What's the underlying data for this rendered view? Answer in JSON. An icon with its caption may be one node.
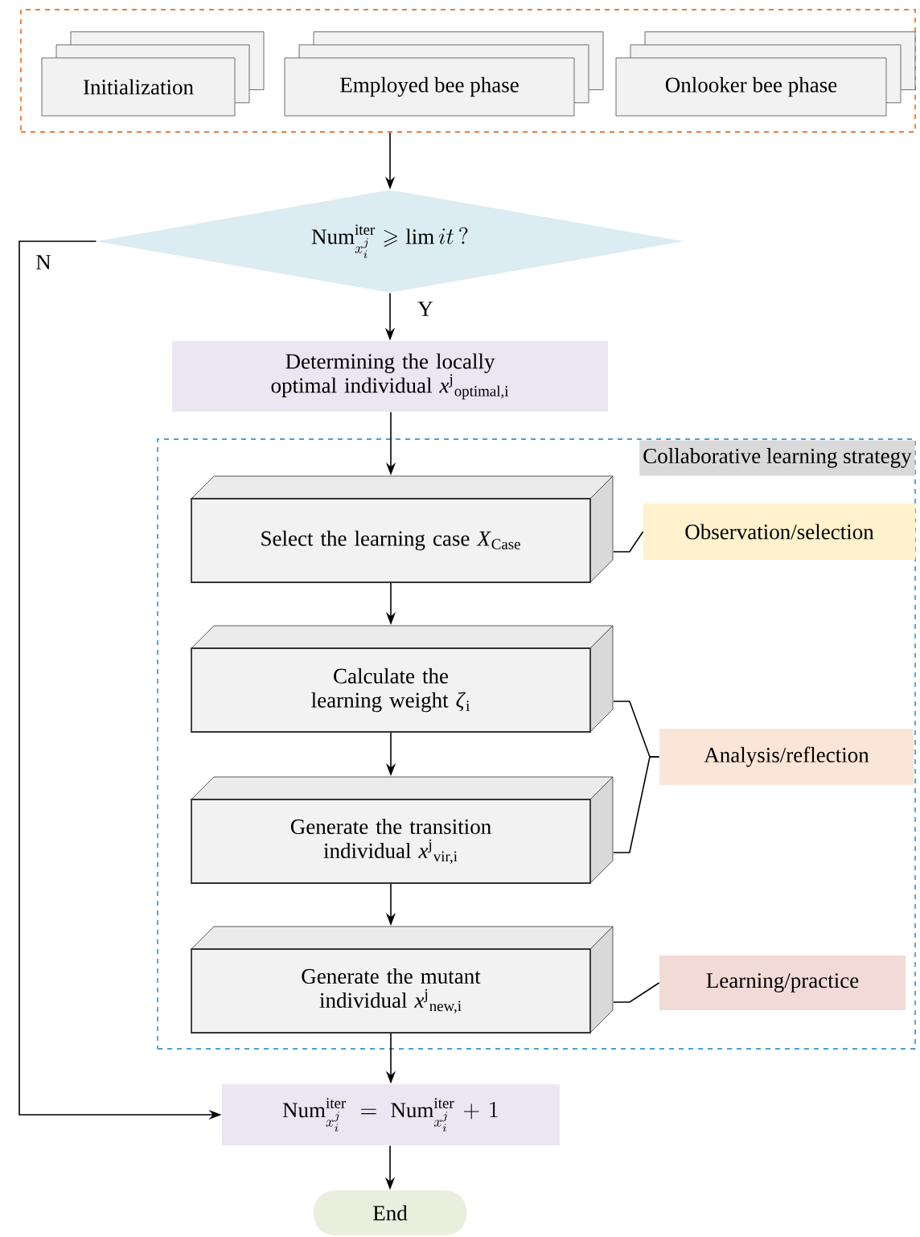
{
  "diagram": {
    "nodes": [
      {
        "text": [],
        "shape": "box"
      },
      {
        "text": [
          "Initialization"
        ],
        "in": 0
      },
      {
        "text": [
          "Employed bee phase"
        ],
        "in": 0
      },
      {
        "text": [
          "Onlooker bee phase"
        ],
        "in": 0
      },
      {
        "text": [
          "\\mathrm{Num}^{\\mathrm{iter}}_{x_i^j} \\geqslant \\mathrm{lim}\\, it\\,?"
        ]
      },
      {
        "text": [
          "Determining the locally optimal individual *x*$^{j}$$_{optimal,i}$"
        ]
      },
      {
        "text": [
          "Collaborative learning strategy"
        ]
      },
      {
        "text": [
          "Select the learning case *X*$_{Case}$"
        ],
        "in": 6
      },
      {
        "text": [
          "Calculate the learning weight *ζ*$_{i}$"
        ],
        "in": 6
      },
      {
        "text": [
          "Generate the transition individual *x*$^{j}$$_{vir,i}$"
        ],
        "in": 6
      },
      {
        "text": [
          "Generate the mutant individual *x*$^{j}$$_{new,i}$"
        ],
        "in": 6
      },
      {
        "text": [
          "Observation/selection"
        ],
        "in": 6
      },
      {
        "text": [
          "Analysis/reflection"
        ],
        "in": 6
      },
      {
        "text": [
          "Learning/practice"
        ],
        "in": 6
      },
      {
        "text": [
          "\\mathrm{Num}^{\\mathrm{iter}}_{x_i^j} = \\mathrm{Num}^{\\mathrm{iter}}_{x_i^j} + 1"
        ]
      },
      {
        "text": [
          "End"
        ]
      }
    ],
    "edges": [
      {
        "from": 0,
        "to": 4,
        "arrow": "to"
      },
      {
        "from": 4,
        "to": 5,
        "arrow": "to",
        "label": "Y"
      },
      {
        "from": 5,
        "to": 7,
        "arrow": "to"
      },
      {
        "from": 7,
        "to": 8,
        "arrow": "to"
      },
      {
        "from": 8,
        "to": 9,
        "arrow": "to"
      },
      {
        "from": 9,
        "to": 10,
        "arrow": "to"
      },
      {
        "from": 10,
        "to": 14,
        "arrow": "to"
      },
      {
        "from": 4,
        "to": 14,
        "arrow": "to",
        "label": "N"
      },
      {
        "from": 7,
        "to": 11,
        "arrow": "none"
      },
      {
        "from": 8,
        "to": 12,
        "arrow": "none"
      },
      {
        "from": 9,
        "to": 12,
        "arrow": "none"
      },
      {
        "from": 10,
        "to": 13,
        "arrow": "none"
      },
      {
        "from": 14,
        "to": 15,
        "arrow": "to"
      }
    ]
  }
}
